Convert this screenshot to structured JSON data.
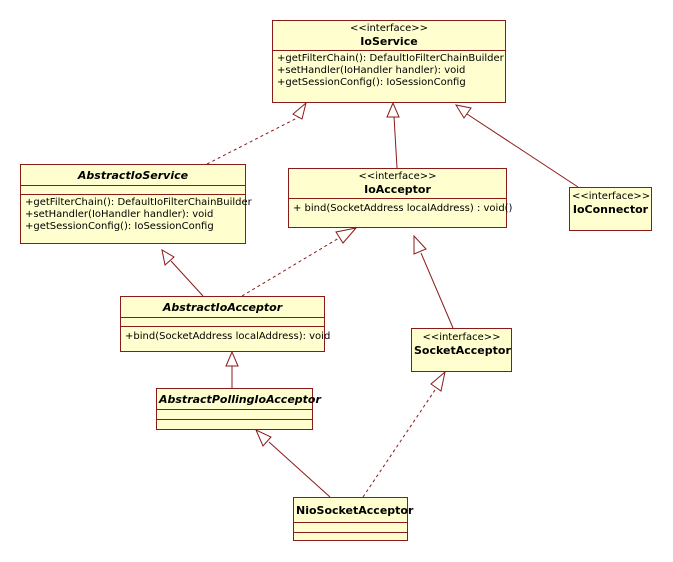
{
  "colors": {
    "box_fill": "#fefecf",
    "box_border": "#8b1a1a",
    "edge": "#8b1a1a"
  },
  "classes": {
    "ioservice": {
      "stereotype": "<<interface>>",
      "name": "IoService",
      "operations": [
        "+getFilterChain(): DefaultIoFilterChainBuilder",
        "+setHandler(IoHandler handler): void",
        "+getSessionConfig(): IoSessionConfig"
      ]
    },
    "abstractioservice": {
      "name": "AbstractIoService",
      "operations": [
        "+getFilterChain(): DefaultIoFilterChainBuilder",
        "+setHandler(IoHandler handler): void",
        "+getSessionConfig(): IoSessionConfig"
      ]
    },
    "ioacceptor": {
      "stereotype": "<<interface>>",
      "name": "IoAcceptor",
      "operations": [
        "+ bind(SocketAddress localAddress) : void()"
      ]
    },
    "ioconnector": {
      "stereotype": "<<interface>>",
      "name": "IoConnector"
    },
    "abstractioacceptor": {
      "name": "AbstractIoAcceptor",
      "operations": [
        "+bind(SocketAddress localAddress): void"
      ]
    },
    "socketacceptor": {
      "stereotype": "<<interface>>",
      "name": "SocketAcceptor"
    },
    "abstractpollingioacceptor": {
      "name": "AbstractPollingIoAcceptor"
    },
    "niosocketacceptor": {
      "name": "NioSocketAcceptor"
    }
  }
}
